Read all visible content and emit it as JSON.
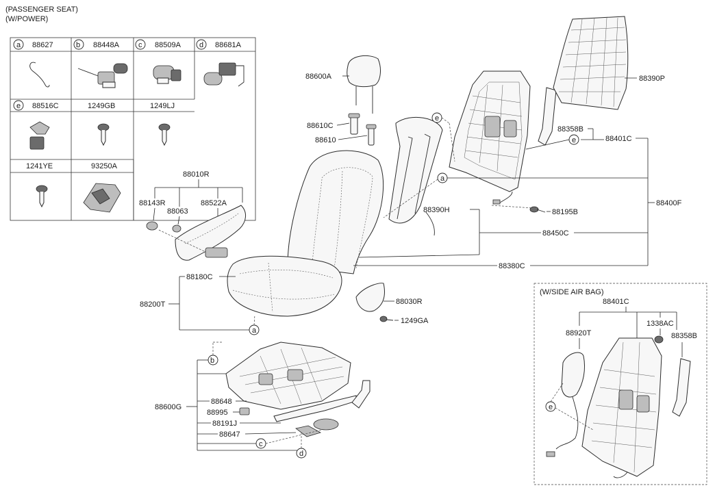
{
  "header": {
    "line1": "(PASSENGER SEAT)",
    "line2": "(W/POWER)"
  },
  "legend": {
    "cells": [
      {
        "letter": "a",
        "part": "88627",
        "icon": "hook-wire-icon"
      },
      {
        "letter": "b",
        "part": "88448A",
        "icon": "motor-gear-icon"
      },
      {
        "letter": "c",
        "part": "88509A",
        "icon": "small-motor-icon"
      },
      {
        "letter": "d",
        "part": "88681A",
        "icon": "motor-bracket-icon"
      },
      {
        "letter": "e",
        "part": "88516C",
        "icon": "connector-clip-icon"
      },
      {
        "letter": "",
        "part": "1249GB",
        "icon": "screw-icon"
      },
      {
        "letter": "",
        "part": "1249LJ",
        "icon": "screw-icon"
      },
      {
        "letter": "",
        "part": "1241YE",
        "icon": "screw-icon"
      },
      {
        "letter": "",
        "part": "93250A",
        "icon": "switch-icon"
      }
    ]
  },
  "callouts": {
    "c88600A": "88600A",
    "c88610C": "88610C",
    "c88610": "88610",
    "c88390P": "88390P",
    "c88358B": "88358B",
    "c88401C": "88401C",
    "c88400F": "88400F",
    "c88195B": "88195B",
    "c88390H": "88390H",
    "c88450C": "88450C",
    "c88380C": "88380C",
    "c88010R": "88010R",
    "c88143R": "88143R",
    "c88063": "88063",
    "c88522A": "88522A",
    "c88180C": "88180C",
    "c88200T": "88200T",
    "c88030R": "88030R",
    "c1249GA": "1249GA",
    "c88600G": "88600G",
    "c88648": "88648",
    "c88995": "88995",
    "c88191J": "88191J",
    "c88647": "88647"
  },
  "markers": {
    "e_top": "e",
    "a_back": "a",
    "e_right": "e",
    "a_cushion": "a",
    "b_frame": "b",
    "c_frame": "c",
    "d_frame": "d",
    "e_airbag": "e"
  },
  "airbag_box": {
    "title": "(W/SIDE AIR BAG)",
    "c88401C": "88401C",
    "c88920T": "88920T",
    "c1338AC": "1338AC",
    "c88358B": "88358B"
  }
}
